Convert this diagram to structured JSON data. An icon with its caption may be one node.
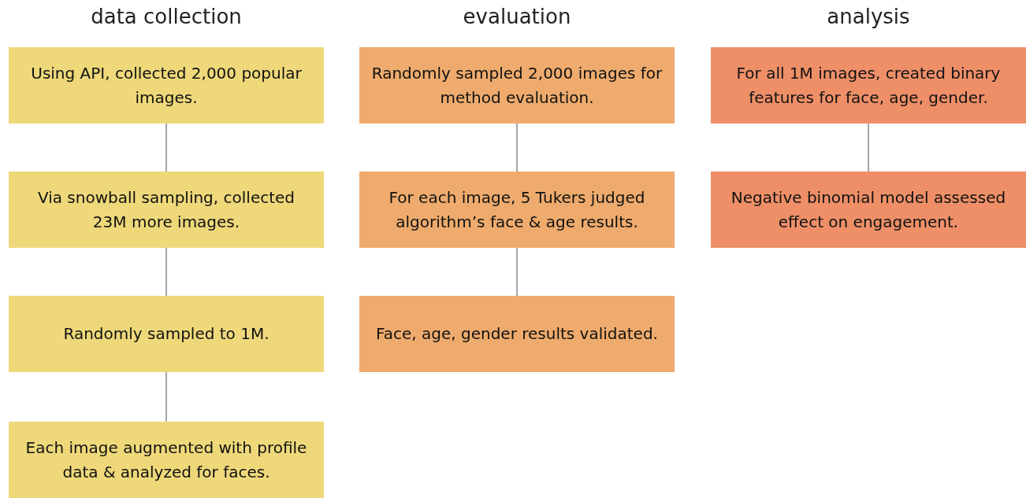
{
  "diagram": {
    "nodes": [
      {
        "text": [
          "Using API, collected 2,000 popular images."
        ]
      },
      {
        "text": [
          "Via snowball sampling, collected 23M more images."
        ]
      },
      {
        "text": [
          "Randomly sampled to 1M."
        ]
      },
      {
        "text": [
          "Each image augmented with profile data & analyzed for faces."
        ]
      },
      {
        "text": [
          "Randomly sampled 2,000 images for method evaluation."
        ]
      },
      {
        "text": [
          "For each image, 5 Tukers judged algorithm’s face & age results."
        ]
      },
      {
        "text": [
          "Face, age, gender results validated."
        ]
      },
      {
        "text": [
          "For all 1M images, created binary features for face, age, gender."
        ]
      },
      {
        "text": [
          "Negative binomial model assessed effect on engagement."
        ]
      }
    ],
    "edges": [
      {
        "from": 0,
        "to": 1,
        "arrow": "none"
      },
      {
        "from": 1,
        "to": 2,
        "arrow": "none"
      },
      {
        "from": 2,
        "to": 3,
        "arrow": "none"
      },
      {
        "from": 4,
        "to": 5,
        "arrow": "none"
      },
      {
        "from": 5,
        "to": 6,
        "arrow": "none"
      },
      {
        "from": 7,
        "to": 8,
        "arrow": "none"
      }
    ],
    "labels": [
      "data collection",
      "evaluation",
      "analysis"
    ]
  }
}
